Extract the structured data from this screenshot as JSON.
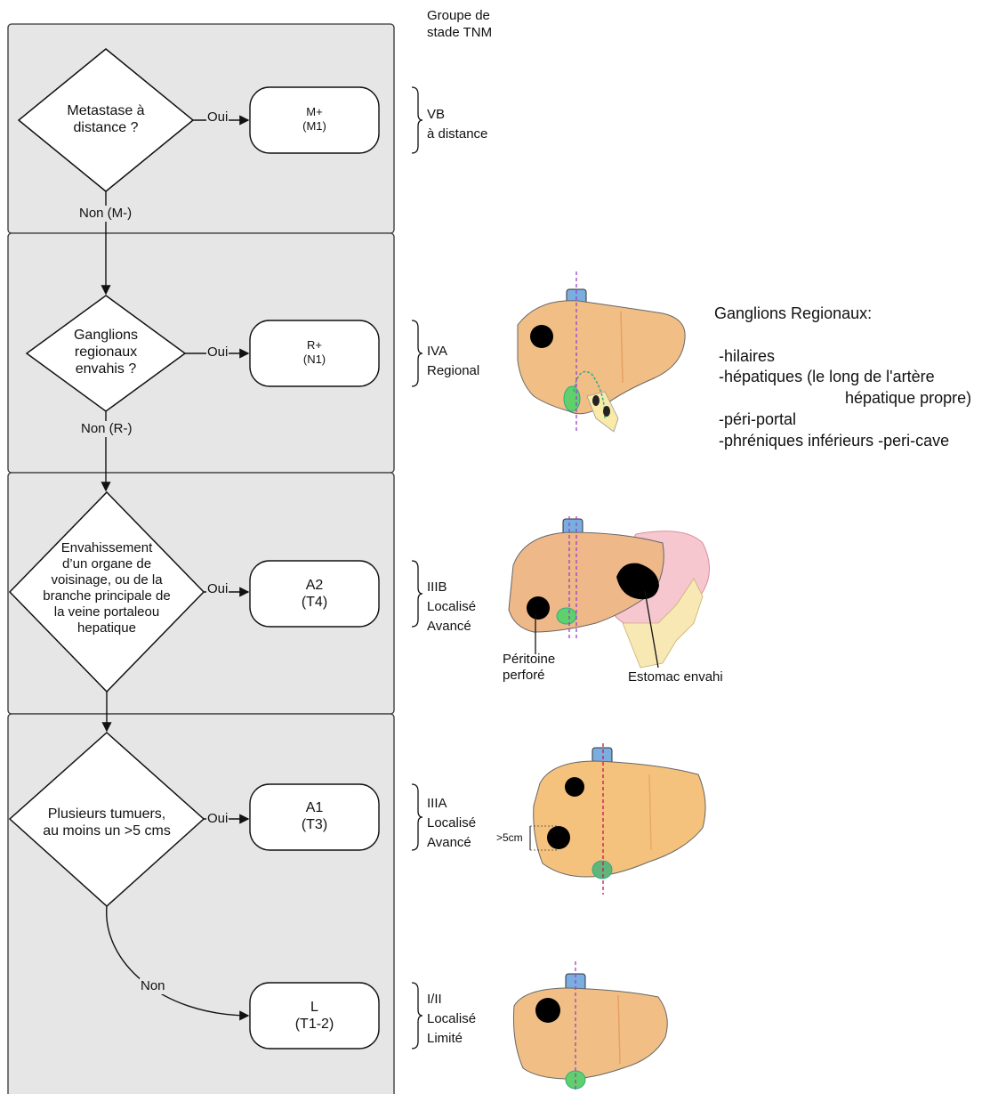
{
  "header": {
    "title": "Groupe de\nstade TNM"
  },
  "rows": [
    {
      "question": "Metastase à\ndistance ?",
      "yes_label": "Oui",
      "result": "M+\n(M1)",
      "stage": "VB\nà distance",
      "no_label": "Non (M-)"
    },
    {
      "question": "Ganglions\nregionaux\nenvahis ?",
      "yes_label": "Oui",
      "result": "R+\n(N1)",
      "stage": "IVA\nRegional",
      "no_label": "Non (R-)"
    },
    {
      "question": "Envahissement\nd’un organe de\nvoisinage, ou de la\nbranche principale de\nla veine portaleou\nhepatique",
      "yes_label": "Oui",
      "result": "A2\n(T4)",
      "stage": "IIIB\nLocalisé\nAvancé"
    },
    {
      "question": "Plusieurs tumuers,\nau moins un >5 cms",
      "yes_label": "Oui",
      "result": "A1\n(T3)",
      "stage": "IIIA\nLocalisé\nAvancé",
      "no_label": "Non"
    },
    {
      "result": "L\n(T1-2)",
      "stage": "I/II\nLocalisé\nLimité"
    }
  ],
  "ganglions": {
    "title": "Ganglions Regionaux:",
    "items": [
      "-hilaires",
      "-hépatiques (le long de l'artère",
      "hépatique propre)",
      "-péri-portal",
      "-phréniques inférieurs -peri-cave"
    ]
  },
  "annotations": {
    "peritoine": "Péritoine\nperforé",
    "estomac": "Estomac envahi",
    "size": ">5cm"
  },
  "colors": {
    "panel": "#e6e6e6",
    "liver": "#f1bf86",
    "tumor": "#000000",
    "vein": "#7aaee0",
    "gallbladder": "#5fd06a",
    "axis": "#9a3fd0"
  }
}
